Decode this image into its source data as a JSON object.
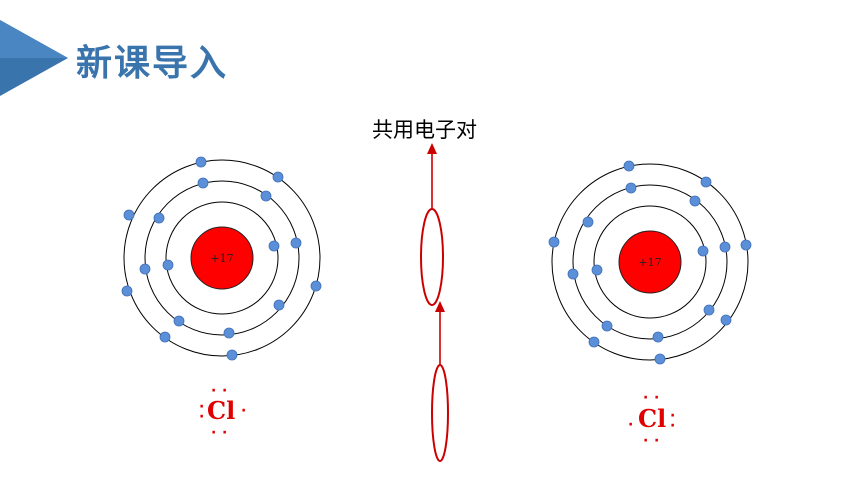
{
  "header": {
    "title": "新课导入",
    "accent_color": "#3a74ad"
  },
  "annotation": {
    "shared_pair_label": "共用电子对"
  },
  "atoms": {
    "left": {
      "nucleus_label": "+17",
      "symbol": "Cl"
    },
    "right": {
      "nucleus_label": "+17",
      "symbol": "Cl"
    }
  },
  "colors": {
    "nucleus": "#ff0000",
    "electron": "#5b8fd8",
    "arrow": "#cc0000",
    "lewis": "#e00000"
  }
}
